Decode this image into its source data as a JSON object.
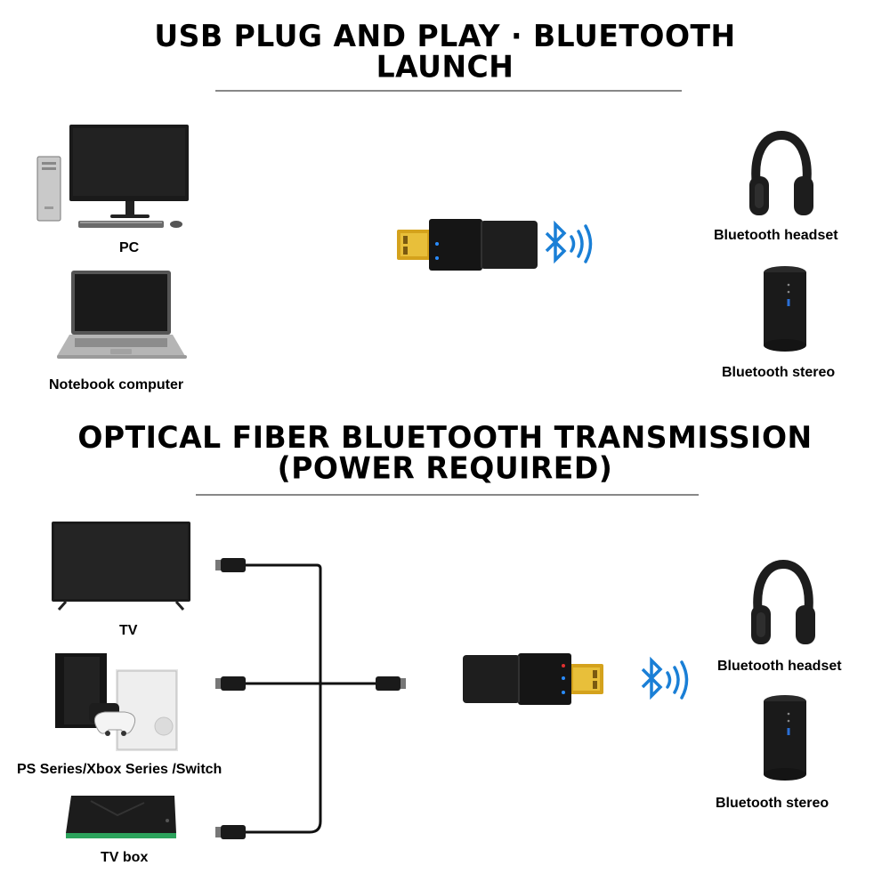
{
  "section1": {
    "title_line1": "USB PLUG AND PLAY · BLUETOOTH",
    "title_line2": "LAUNCH",
    "sources": [
      "PC",
      "Notebook computer"
    ],
    "outputs": [
      "Bluetooth headset",
      "Bluetooth stereo"
    ]
  },
  "section2": {
    "title_line1": "OPTICAL FIBER BLUETOOTH TRANSMISSION",
    "title_line2": "(POWER REQUIRED)",
    "sources": [
      "TV",
      "PS Series/Xbox Series /Switch",
      "TV box"
    ],
    "outputs": [
      "Bluetooth headset",
      "Bluetooth stereo"
    ]
  },
  "colors": {
    "bluetooth": "#1a7fd6",
    "gold": "#d4a21c",
    "device_black": "#151515",
    "rule": "#888888"
  },
  "icons": [
    "desktop-pc-icon",
    "laptop-icon",
    "usb-adapter-icon",
    "bluetooth-icon",
    "headphones-icon",
    "speaker-icon",
    "tv-icon",
    "game-console-icon",
    "tv-box-icon",
    "optical-cable-icon"
  ]
}
